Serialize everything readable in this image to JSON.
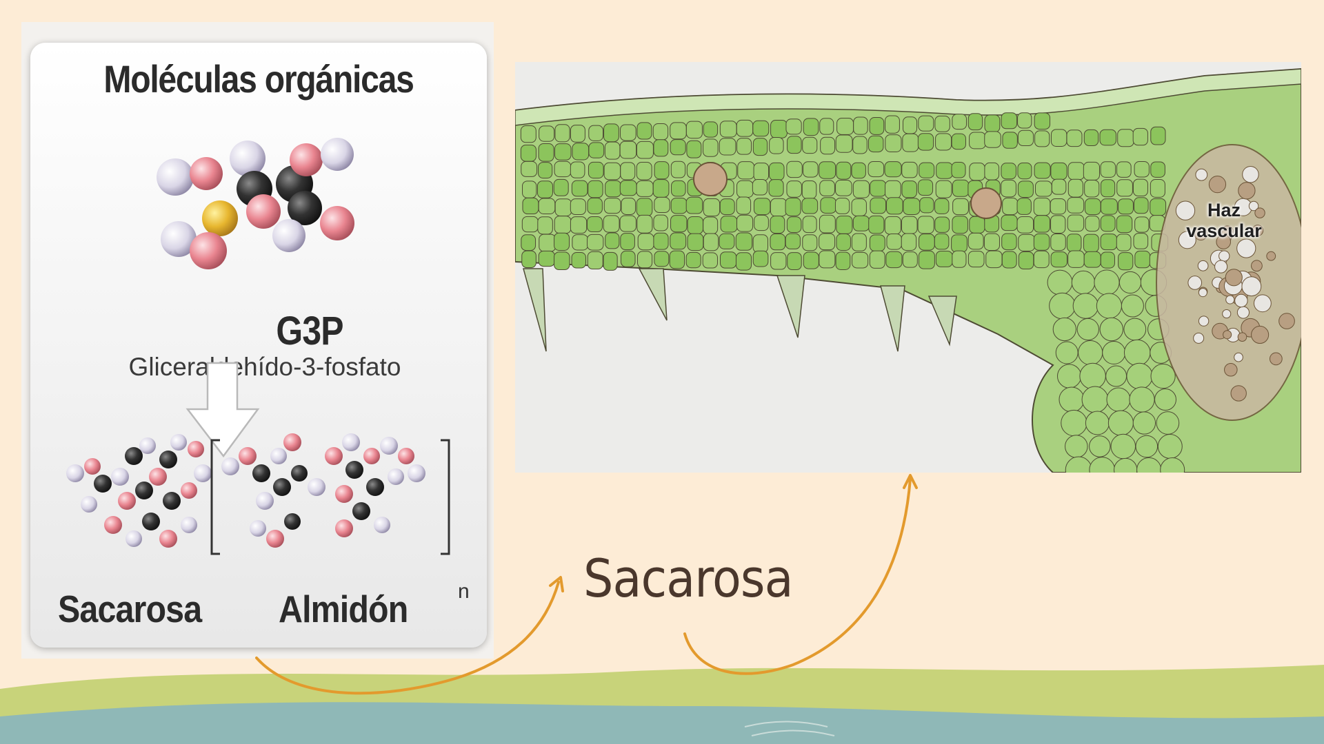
{
  "diagram": {
    "card": {
      "title": "Moléculas orgánicas",
      "g3p_label": "G3P",
      "g3p_name": "Gliceraldehído-3-fosfato",
      "products": [
        {
          "label": "Sacarosa"
        },
        {
          "label": "Almidón"
        }
      ],
      "polymer_subscript": "n"
    },
    "micrograph": {
      "label": "Haz vascular"
    },
    "callout": {
      "label": "Sacarosa"
    },
    "colors": {
      "background": "#fdecd6",
      "arrow": "#e39a2d",
      "hill": "#c8d37a",
      "water": "#8fb8b7",
      "leaf_green": "#7fbf4f",
      "callout_text": "#4a372c"
    }
  }
}
